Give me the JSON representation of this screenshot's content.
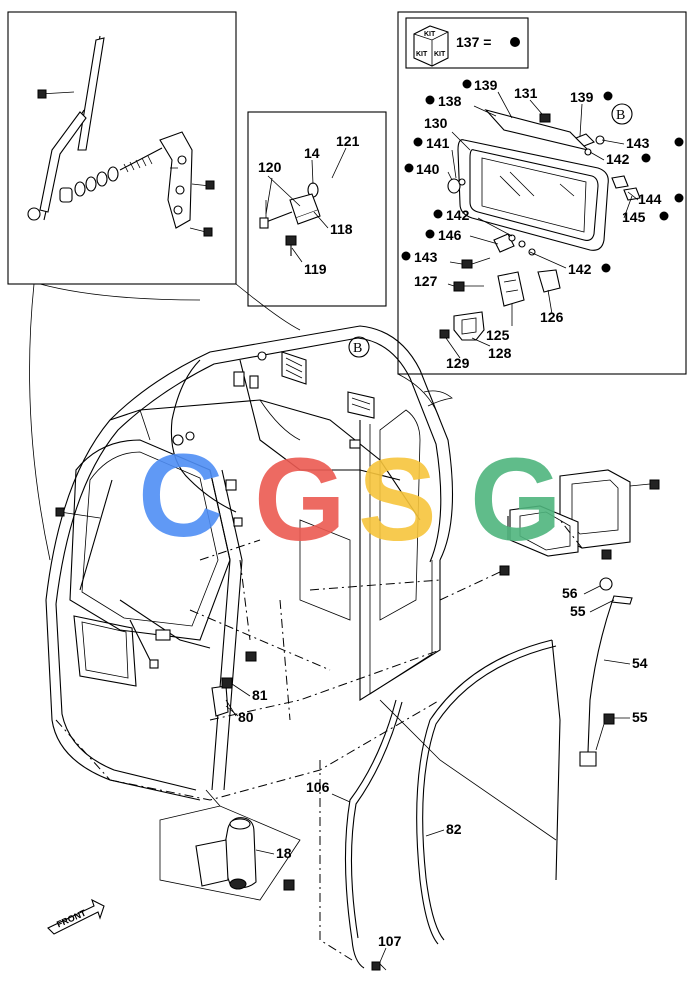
{
  "kit_legend": {
    "kit_word": "KIT",
    "label": "137 ="
  },
  "detail_ref": "B",
  "front_label": "FRONT",
  "watermark": {
    "letters": [
      "C",
      "G",
      "S",
      "G"
    ],
    "colors": [
      "#4f8ef5",
      "#ec5a52",
      "#f7c53c",
      "#4fb57e"
    ]
  },
  "part_numbers": {
    "p14": "14",
    "p18": "18",
    "p54": "54",
    "p55a": "55",
    "p55b": "55",
    "p56": "56",
    "p80": "80",
    "p81": "81",
    "p82": "82",
    "p106": "106",
    "p107": "107",
    "p118": "118",
    "p119": "119",
    "p120": "120",
    "p121": "121",
    "p125": "125",
    "p126": "126",
    "p127": "127",
    "p128": "128",
    "p129": "129",
    "p130": "130",
    "p131": "131",
    "p138": "138",
    "p139a": "139",
    "p139b": "139",
    "p140": "140",
    "p141": "141",
    "p142a": "142",
    "p142b": "142",
    "p142c": "142",
    "p143a": "143",
    "p143b": "143",
    "p144": "144",
    "p145": "145",
    "p146": "146"
  }
}
